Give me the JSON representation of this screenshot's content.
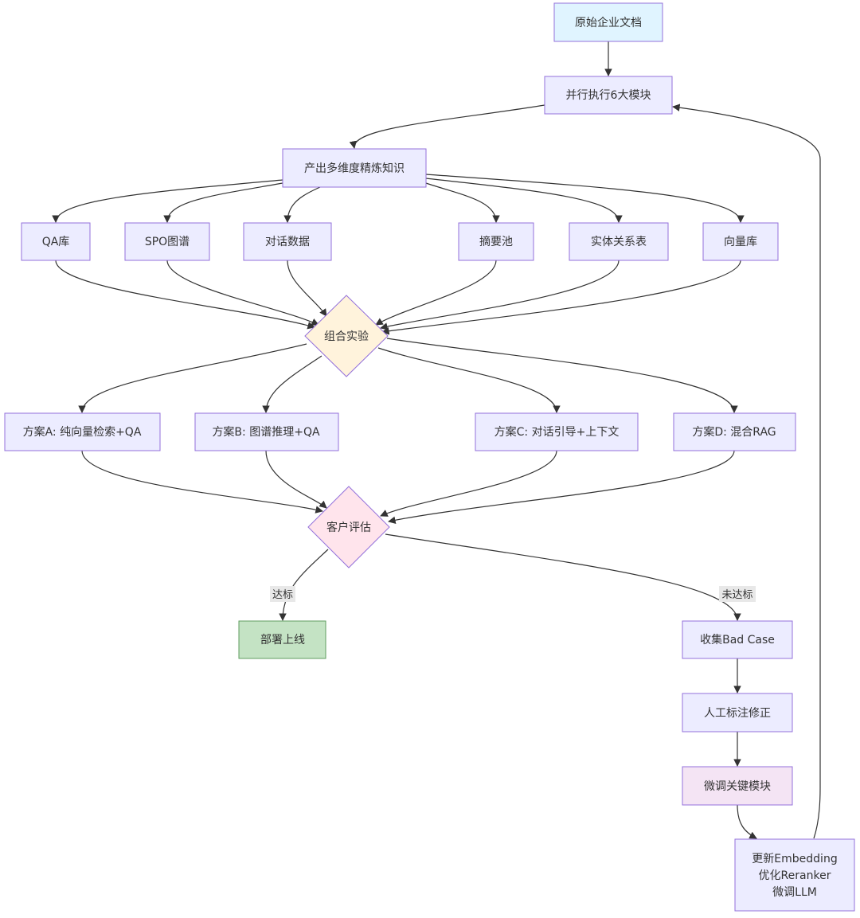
{
  "nodes": {
    "raw_docs": "原始企业文档",
    "parallel": "并行执行6大模块",
    "knowledge": "产出多维度精炼知识",
    "qa_lib": "QA库",
    "spo": "SPO图谱",
    "dialog": "对话数据",
    "summary": "摘要池",
    "entity": "实体关系表",
    "vector": "向量库",
    "combo": "组合实验",
    "plan_a": "方案A: 纯向量检索+QA",
    "plan_b": "方案B: 图谱推理+QA",
    "plan_c": "方案C: 对话引导+上下文",
    "plan_d": "方案D: 混合RAG",
    "eval": "客户评估",
    "deploy": "部署上线",
    "bad_case": "收集Bad Case",
    "annotate": "人工标注修正",
    "finetune": "微调关键模块",
    "update_lines": [
      "更新Embedding",
      "优化Reranker",
      "微调LLM"
    ]
  },
  "edge_labels": {
    "pass": "达标",
    "fail": "未达标"
  },
  "colors": {
    "default_fill": "#ececff",
    "default_stroke": "#9370db",
    "start_fill": "#e0f4ff",
    "decision_fill": "#fff3dc",
    "eval_fill": "#ffe4ec",
    "deploy_fill": "#c4e3c4",
    "deploy_stroke": "#5f9e5f",
    "finetune_fill": "#f4e4f4",
    "edge": "#333333"
  }
}
